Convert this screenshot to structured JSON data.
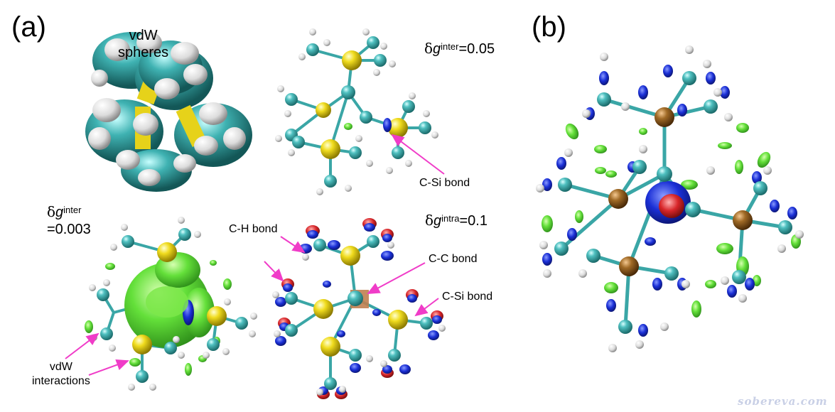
{
  "panels": {
    "a": "(a)",
    "b": "(b)"
  },
  "labels": {
    "vdw_spheres": [
      "vdW",
      "spheres"
    ],
    "dg_inter_005": {
      "prefix": "δ",
      "sym": "g",
      "sup": "inter",
      "value": "=0.05"
    },
    "dg_inter_0003": {
      "prefix": "δ",
      "sym": "g",
      "sup": "inter",
      "value": "=0.003"
    },
    "dg_intra_01": {
      "prefix": "δ",
      "sym": "g",
      "sup": "intra",
      "value": "=0.1"
    },
    "csi_bond_top": "C-Si bond",
    "ch_bond": "C-H bond",
    "cc_bond": "C-C bond",
    "csi_bond_bottom": "C-Si bond",
    "vdw_interactions": [
      "vdW",
      "interactions"
    ]
  },
  "watermark": "sobereva.com",
  "colors": {
    "carbon": "#3aa6a6",
    "silicon": "#e7d21a",
    "hydrogen": "#f2f2f2",
    "silicon_b": "#8a5a1e",
    "iso_green": "#55dd33",
    "iso_blue": "#1a2fd6",
    "iso_red": "#d8262a",
    "arrow": "#f03cc8"
  }
}
